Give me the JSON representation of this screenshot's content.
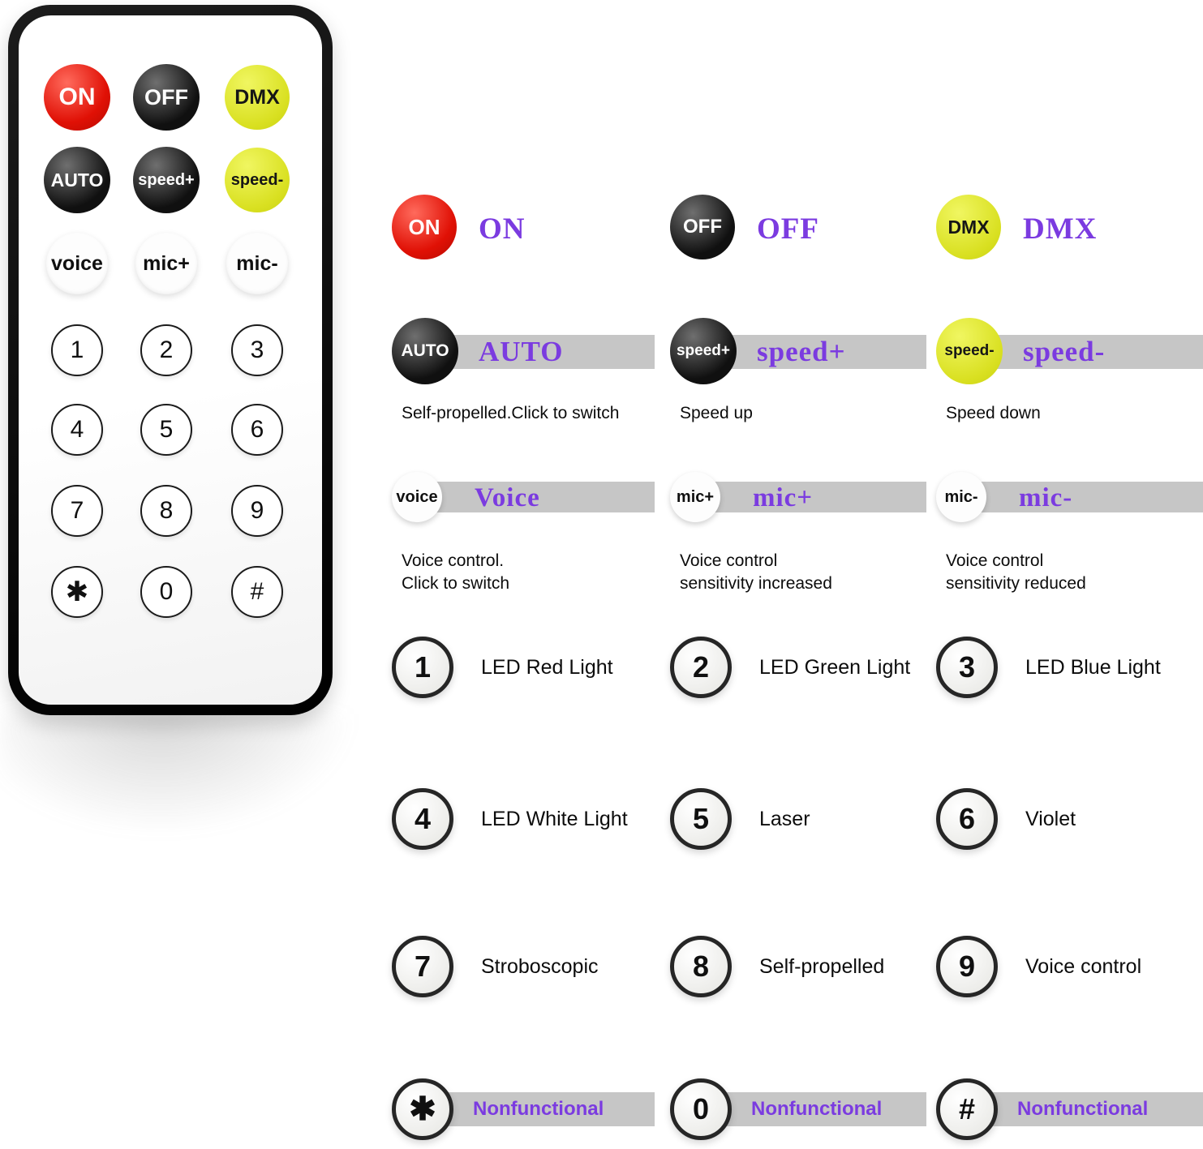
{
  "remote": {
    "buttons": [
      {
        "label": "ON"
      },
      {
        "label": "OFF"
      },
      {
        "label": "DMX"
      },
      {
        "label": "AUTO"
      },
      {
        "label": "speed+"
      },
      {
        "label": "speed-"
      },
      {
        "label": "voice"
      },
      {
        "label": "mic+"
      },
      {
        "label": "mic-"
      },
      {
        "label": "1"
      },
      {
        "label": "2"
      },
      {
        "label": "3"
      },
      {
        "label": "4"
      },
      {
        "label": "5"
      },
      {
        "label": "6"
      },
      {
        "label": "7"
      },
      {
        "label": "8"
      },
      {
        "label": "9"
      },
      {
        "label": "✱"
      },
      {
        "label": "0"
      },
      {
        "label": "#"
      }
    ]
  },
  "legend": {
    "power": [
      {
        "button": "ON",
        "name": "ON"
      },
      {
        "button": "OFF",
        "name": "OFF"
      },
      {
        "button": "DMX",
        "name": "DMX"
      }
    ],
    "auto_row": [
      {
        "button": "AUTO",
        "name": "AUTO",
        "desc": "Self-propelled.Click to switch"
      },
      {
        "button": "speed+",
        "name": "speed+",
        "desc": "Speed up"
      },
      {
        "button": "speed-",
        "name": "speed-",
        "desc": "Speed down"
      }
    ],
    "voice_row": [
      {
        "button": "voice",
        "name": "Voice",
        "desc1": "Voice control.",
        "desc2": "Click to switch"
      },
      {
        "button": "mic+",
        "name": "mic+",
        "desc1": "Voice control",
        "desc2": "sensitivity increased"
      },
      {
        "button": "mic-",
        "name": "mic-",
        "desc1": "Voice control",
        "desc2": "sensitivity reduced"
      }
    ],
    "numbers": [
      {
        "button": "1",
        "name": "LED Red Light"
      },
      {
        "button": "2",
        "name": "LED Green Light"
      },
      {
        "button": "3",
        "name": "LED Blue Light"
      },
      {
        "button": "4",
        "name": "LED White Light"
      },
      {
        "button": "5",
        "name": "Laser"
      },
      {
        "button": "6",
        "name": "Violet"
      },
      {
        "button": "7",
        "name": "Stroboscopic"
      },
      {
        "button": "8",
        "name": "Self-propelled"
      },
      {
        "button": "9",
        "name": "Voice control"
      }
    ],
    "symbols": [
      {
        "button": "✱",
        "name": "Nonfunctional"
      },
      {
        "button": "0",
        "name": "Nonfunctional"
      },
      {
        "button": "#",
        "name": "Nonfunctional"
      }
    ]
  },
  "colors": {
    "accent_purple": "#7b3be0",
    "button_red": "#e01005",
    "button_black": "#101010",
    "button_yellow": "#d9e021",
    "bar_gray": "#c6c6c6"
  }
}
